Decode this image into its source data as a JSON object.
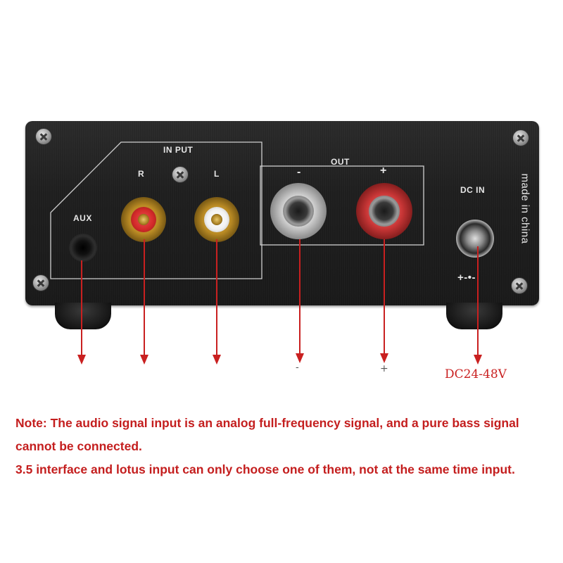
{
  "device": {
    "input_label": "IN PUT",
    "input_r": "R",
    "input_l": "L",
    "aux_label": "AUX",
    "out_label": "OUT",
    "out_minus": "-",
    "out_plus": "+",
    "dc_in_label": "DC IN",
    "polarity_label": "+-•-",
    "made_in": "made in china"
  },
  "annotations": {
    "minus": "-",
    "plus": "+",
    "dc_voltage": "DC24-48V"
  },
  "note": {
    "line1": "Note: The audio signal input is an analog full-frequency signal, and a pure bass signal cannot be connected.",
    "line2": "3.5 interface and lotus input can only choose one of them, not at the same time input."
  },
  "colors": {
    "annotation_red": "#c92020",
    "note_red": "#c41e1e",
    "rca_right": "#d42a2a",
    "rca_left": "#f2f2f2",
    "post_plus": "#c83636"
  }
}
